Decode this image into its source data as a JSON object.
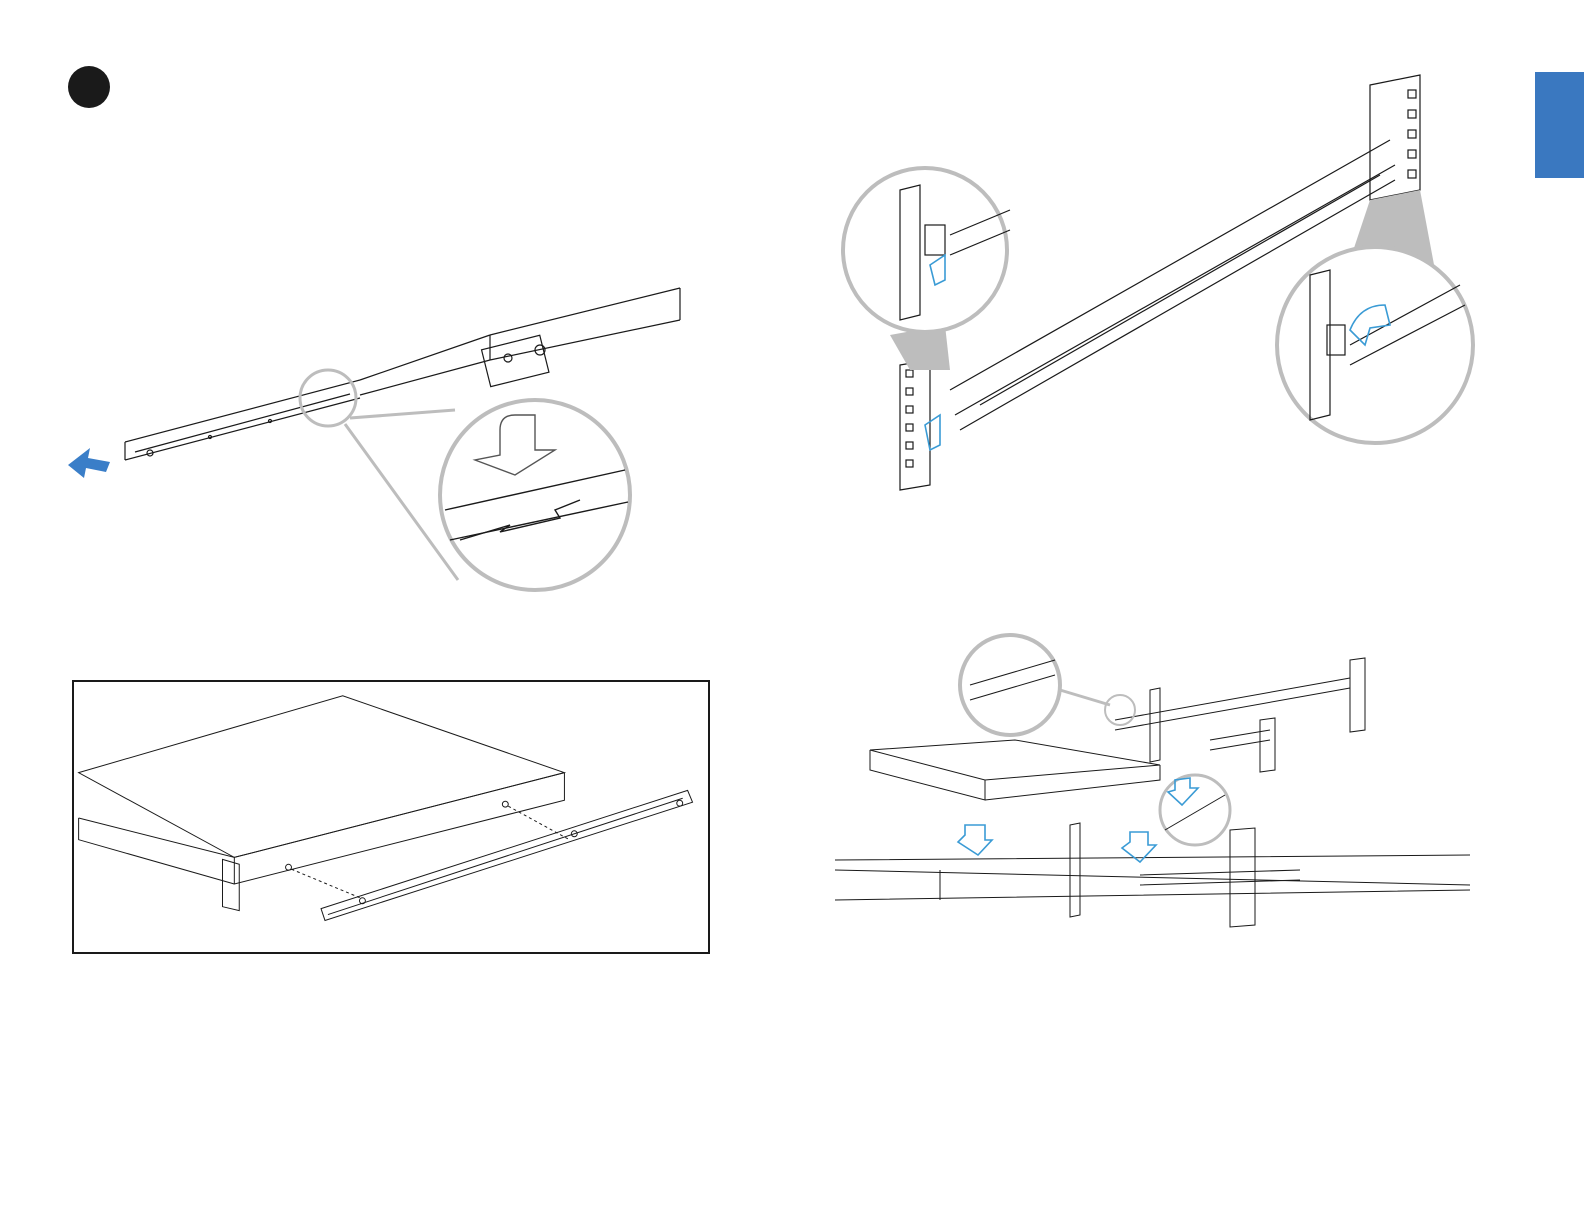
{
  "page": {
    "step_marker": "black-filled-circle",
    "tab_color": "#3a78c0"
  },
  "colors": {
    "line": "#1a1a1a",
    "zoom_circle": "#bdbdbd",
    "callout_arrow": "#3a9bd5",
    "pull_arrow": "#3a7ec8",
    "hint_arrow": "#555555"
  },
  "figures": [
    {
      "id": "extend-inner-rail",
      "arrows": [
        "pull-arrow",
        "press-release-arrow"
      ],
      "zoom_circles": 1
    },
    {
      "id": "mount-rail-to-rack",
      "arrows": [
        "front-latch-arrow",
        "rear-latch-arrow"
      ],
      "zoom_circles": 2
    },
    {
      "id": "attach-inner-rail-to-chassis",
      "arrows": [],
      "zoom_circles": 0
    },
    {
      "id": "insert-chassis-into-rack",
      "arrows": [
        "release-arrow",
        "push-arrow-left",
        "push-arrow-right"
      ],
      "zoom_circles": 2
    }
  ]
}
